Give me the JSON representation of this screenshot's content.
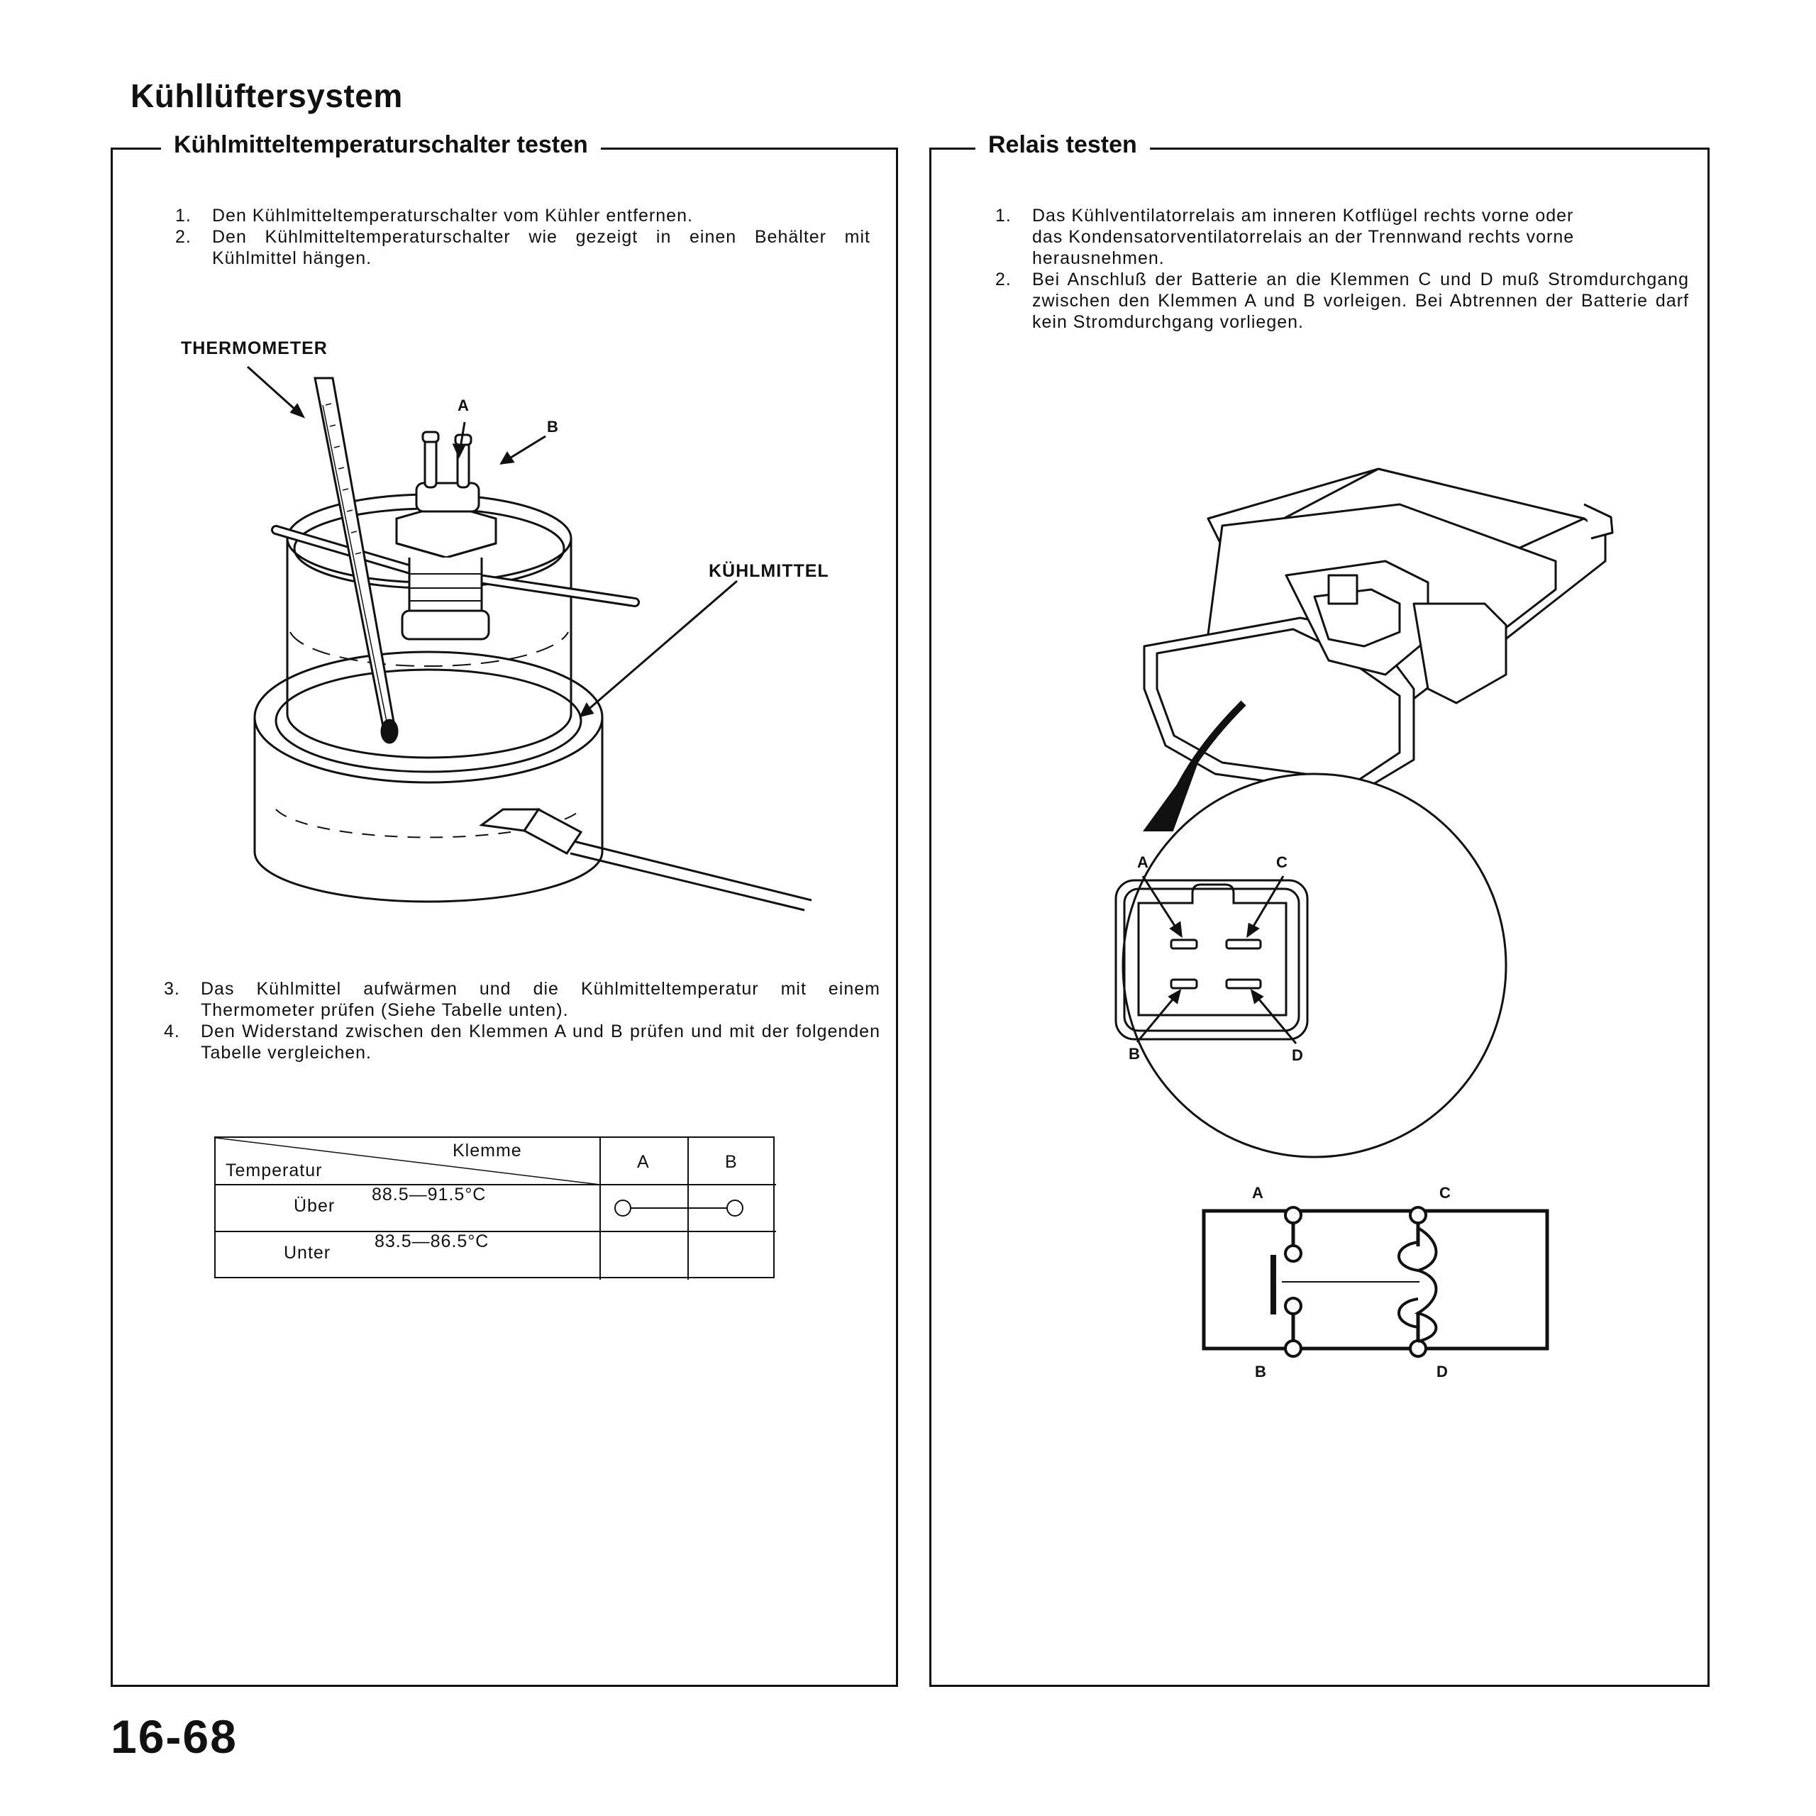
{
  "page": {
    "title": "Kühllüftersystem",
    "page_number": "16-68"
  },
  "left_panel": {
    "title": "Kühlmitteltemperaturschalter testen",
    "steps": [
      {
        "num": "1.",
        "text": "Den Kühlmitteltemperaturschalter vom Kühler entfernen."
      },
      {
        "num": "2.",
        "text": "Den Kühlmitteltemperaturschalter wie gezeigt in einen Behälter mit Kühlmittel hängen."
      },
      {
        "num": "3.",
        "text": "Das Kühlmittel aufwärmen und die Kühlmitteltemperatur mit einem Thermometer prüfen (Siehe Tabelle unten)."
      },
      {
        "num": "4.",
        "text": "Den Widerstand zwischen den Klemmen A und B prüfen und mit der folgenden Tabelle vergleichen."
      }
    ],
    "figure_labels": {
      "thermometer": "THERMOMETER",
      "terminal_a": "A",
      "terminal_b": "B",
      "coolant": "KÜHLMITTEL"
    },
    "table": {
      "header_top": "Klemme",
      "header_left": "Temperatur",
      "col_a": "A",
      "col_b": "B",
      "rows": [
        {
          "label": "Über",
          "range": "88.5—91.5°C",
          "continuity": true
        },
        {
          "label": "Unter",
          "range": "83.5—86.5°C",
          "continuity": false
        }
      ]
    }
  },
  "right_panel": {
    "title": "Relais testen",
    "steps": [
      {
        "num": "1.",
        "text": "Das Kühlventilatorrelais am inneren Kotflügel rechts vorne oder das Kondensatorventilatorrelais an der Trennwand rechts vorne herausnehmen."
      },
      {
        "num": "2.",
        "text": "Bei Anschluß der Batterie an die Klemmen C und D muß Stromdurchgang zwischen den Klemmen A und B vorleigen. Bei Abtrennen der Batterie darf kein Stromdurchgang vorliegen."
      }
    ],
    "connector_labels": {
      "a": "A",
      "b": "B",
      "c": "C",
      "d": "D"
    },
    "schematic_labels": {
      "a": "A",
      "b": "B",
      "c": "C",
      "d": "D"
    }
  }
}
